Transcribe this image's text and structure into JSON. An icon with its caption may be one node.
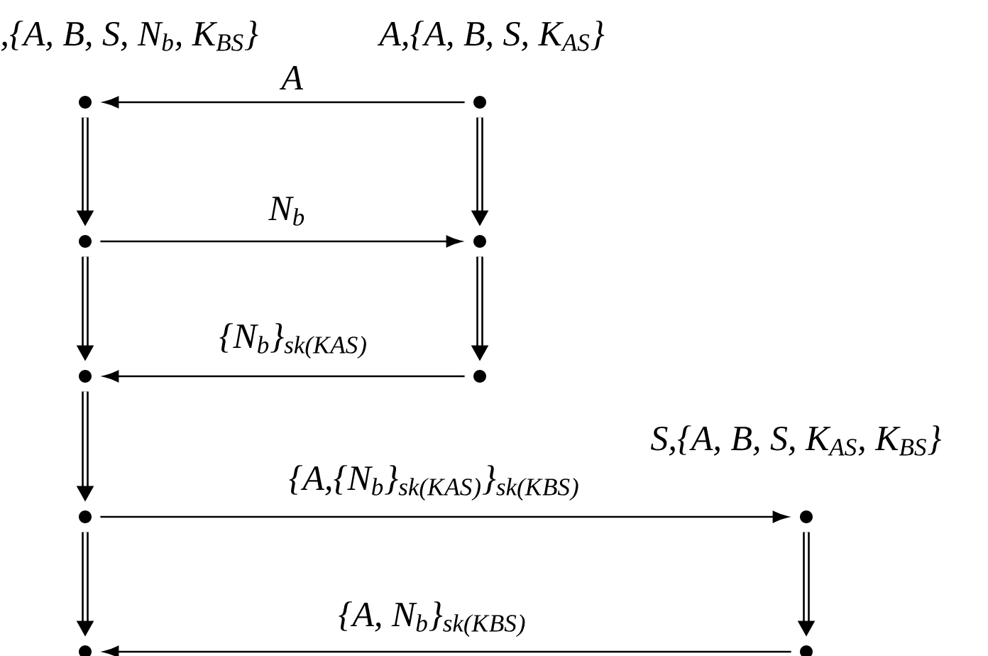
{
  "diagram": {
    "nodes": [
      {
        "text": [],
        "shape": "circle",
        "beside": [
          ",{A, B, S, N$_{b}$, K$_{BS}$}"
        ]
      },
      {
        "text": [],
        "shape": "circle",
        "beside": [
          "A,{A, B, S, K$_{AS}$}"
        ]
      },
      {
        "text": [],
        "shape": "circle"
      },
      {
        "text": [],
        "shape": "circle"
      },
      {
        "text": [],
        "shape": "circle"
      },
      {
        "text": [],
        "shape": "circle"
      },
      {
        "text": [],
        "shape": "circle"
      },
      {
        "text": [],
        "shape": "circle",
        "beside": [
          "S,{A, B, S, K$_{AS}$, K$_{BS}$}"
        ]
      },
      {
        "text": [],
        "shape": "circle"
      },
      {
        "text": [],
        "shape": "circle"
      }
    ],
    "edges": [
      {
        "from": 1,
        "to": 0,
        "arrow": "to",
        "label": "A"
      },
      {
        "from": 0,
        "to": 2,
        "arrow": "to"
      },
      {
        "from": 1,
        "to": 3,
        "arrow": "to"
      },
      {
        "from": 2,
        "to": 3,
        "arrow": "to",
        "label": "N$_{b}$"
      },
      {
        "from": 2,
        "to": 4,
        "arrow": "to"
      },
      {
        "from": 3,
        "to": 5,
        "arrow": "to"
      },
      {
        "from": 5,
        "to": 4,
        "arrow": "to",
        "label": "{N$_{b}$}$_{sk(K}$$_{AS}$$_{)}$"
      },
      {
        "from": 4,
        "to": 6,
        "arrow": "to"
      },
      {
        "from": 6,
        "to": 7,
        "arrow": "to",
        "label": "{A,{N$_{b}$}$_{sk(K}$$_{AS}$$_{)}$}$_{sk(K}$$_{BS}$$_{)}$"
      },
      {
        "from": 6,
        "to": 8,
        "arrow": "to"
      },
      {
        "from": 7,
        "to": 9,
        "arrow": "to"
      },
      {
        "from": 9,
        "to": 8,
        "arrow": "to",
        "label": "{A, N$_{b}$}$_{sk(K}$$_{BS}$$_{)}$"
      }
    ]
  }
}
